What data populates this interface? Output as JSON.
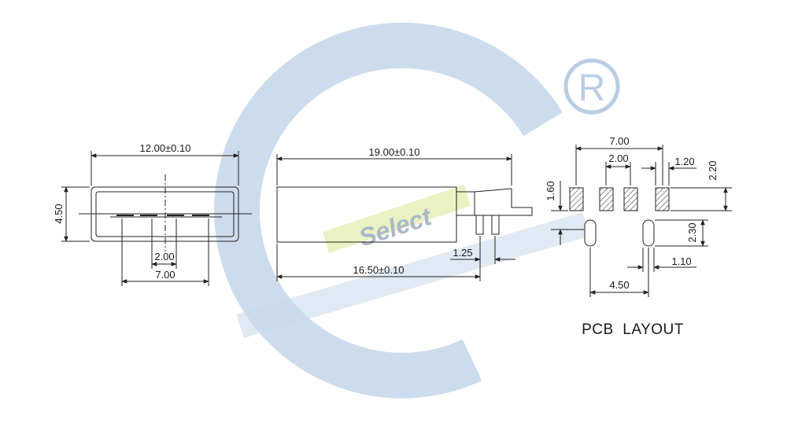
{
  "watermark": {
    "brand_text": "Select",
    "registered_mark": "R",
    "colors": {
      "arc": "#c7d8eb",
      "band": "#e6f0b8",
      "brand_text": "#a9b8c9",
      "mark": "#b9cde3"
    }
  },
  "front_view": {
    "width_dim": "12.00±0.10",
    "height_dim": "4.50",
    "pitch_dim": "2.00",
    "span_dim": "7.00"
  },
  "side_view": {
    "length_dim": "19.00±0.10",
    "body_dim": "16.50±0.10",
    "pin_dim": "1.25"
  },
  "pcb_layout": {
    "title": "PCB  LAYOUT",
    "span_dim": "7.00",
    "pitch_dim": "2.00",
    "pad_width_dim": "1.20",
    "pad_length_dim": "2.20",
    "row_offset_dim": "1.60",
    "slot_length_dim": "2.30",
    "slot_width_dim": "1.10",
    "slot_spacing_dim": "4.50"
  }
}
